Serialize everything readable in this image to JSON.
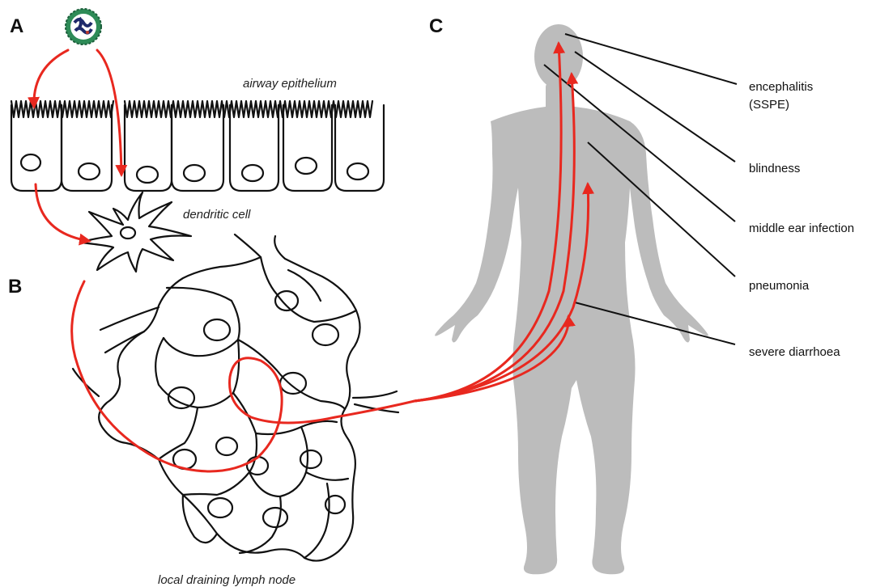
{
  "panels": {
    "a": "A",
    "b": "B",
    "c": "C"
  },
  "labels": {
    "airway_epithelium": "airway epithelium",
    "dendritic_cell": "dendritic cell",
    "lymph_node": "local draining lymph node"
  },
  "callouts": [
    {
      "id": "encephalitis",
      "line1": "encephalitis",
      "line2": "(SSPE)"
    },
    {
      "id": "blindness",
      "line1": "blindness"
    },
    {
      "id": "middle-ear-infection",
      "line1": "middle ear infection"
    },
    {
      "id": "pneumonia",
      "line1": "pneumonia"
    },
    {
      "id": "severe-diarrhoea",
      "line1": "severe diarrhoea"
    }
  ],
  "colors": {
    "arrow": "#e8281f",
    "body_silhouette": "#bcbcbc",
    "outline": "#111111",
    "virus_shell": "#2e8b57",
    "virus_core": "#1f2a6b"
  },
  "icons": {
    "virus": "measles-virus-icon",
    "dendritic": "dendritic-cell-icon",
    "human": "human-silhouette-icon"
  }
}
